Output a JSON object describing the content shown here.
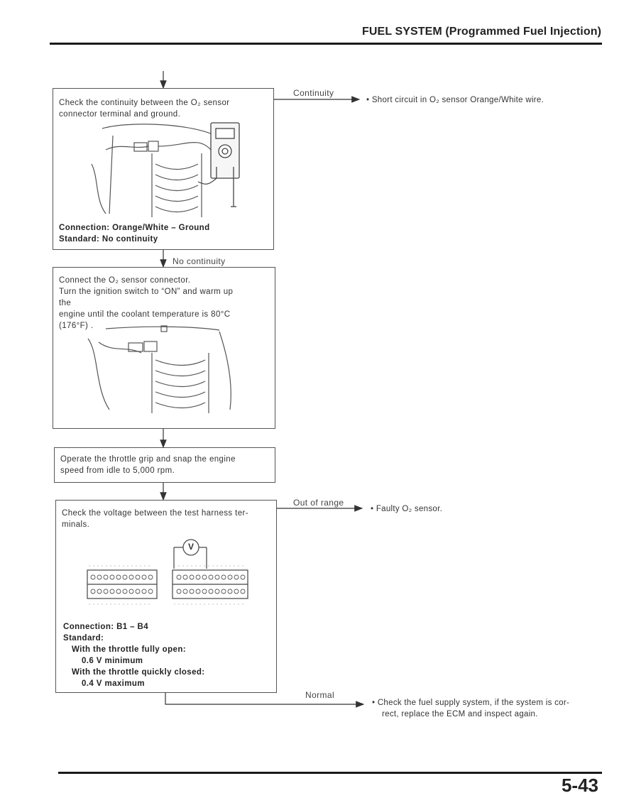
{
  "header": {
    "title": "FUEL SYSTEM (Programmed Fuel Injection)"
  },
  "step1": {
    "instruction_line1": "Check the continuity between the O₂ sensor",
    "instruction_line2": "connector terminal and ground.",
    "connection": "Connection: Orange/White – Ground",
    "standard": "Standard: No continuity"
  },
  "branch_continuity": {
    "label": "Continuity",
    "result": "•  Short circuit in O₂ sensor Orange/White wire."
  },
  "branch_no_continuity": {
    "label": "No continuity"
  },
  "step2": {
    "line1": "Connect the O₂ sensor connector.",
    "line2": "Turn the ignition switch to “ON” and warm up",
    "line3": "the",
    "line4": "engine until the coolant temperature is 80°C",
    "line5": "(176°F) ."
  },
  "step3": {
    "line1": "Operate the throttle grip and snap the engine",
    "line2": "speed from idle to 5,000 rpm."
  },
  "step4": {
    "instruction_line1": "Check the voltage between the test harness ter-",
    "instruction_line2": "minals.",
    "meter_symbol": "V",
    "connection": "Connection: B1 – B4",
    "standard_label": "Standard:",
    "open_label": "With the throttle fully open:",
    "open_value": "0.6 V minimum",
    "closed_label": "With the throttle quickly closed:",
    "closed_value": "0.4 V maximum"
  },
  "branch_out_of_range": {
    "label": "Out of range",
    "result": "•  Faulty O₂ sensor."
  },
  "branch_normal": {
    "label": "Normal",
    "result_line1": "•  Check the fuel supply system, if the system is cor-",
    "result_line2": "rect, replace the ECM and inspect again."
  },
  "footer": {
    "page_number": "5-43"
  }
}
